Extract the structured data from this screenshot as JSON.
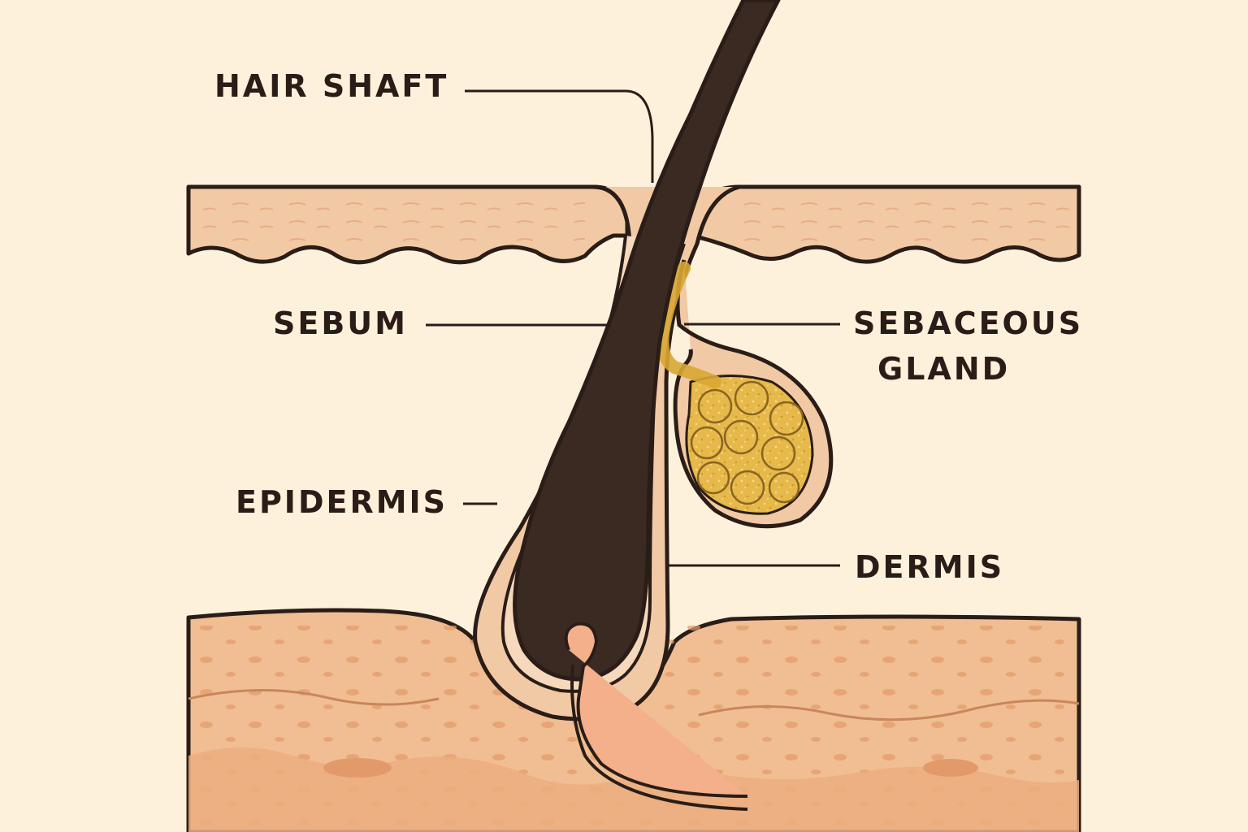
{
  "diagram": {
    "labels": {
      "hair_shaft": "HAIR SHAFT",
      "sebum": "SEBUM",
      "sebaceous_gland_line1": "SEBACEOUS",
      "sebaceous_gland_line2": "GLAND",
      "epidermis": "EPIDERMIS",
      "dermis": "DERMIS"
    },
    "colors": {
      "background": "#fdf1dc",
      "skin_outline": "#2a1d17",
      "epidermis_fill": "#f2c9a5",
      "dermis_fill": "#f0be92",
      "deep_layer_fill": "#ecae7f",
      "hair": "#3b2a22",
      "sebaceous_gland": "#e6b94a",
      "papilla": "#f3b08b"
    }
  }
}
